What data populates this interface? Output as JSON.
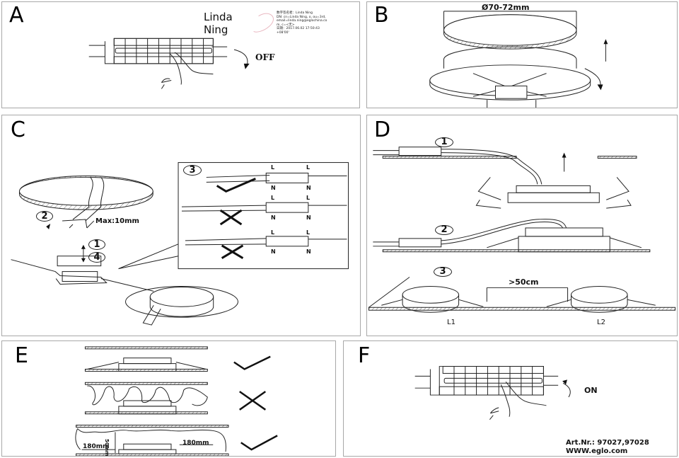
{
  "document": {
    "type": "installation-instructions",
    "panels": [
      {
        "id": "A",
        "letter": "A",
        "label": "OFF"
      },
      {
        "id": "B",
        "letter": "B",
        "dimension": "Ø70-72mm"
      },
      {
        "id": "C",
        "letter": "C",
        "strip_length": "Max:10mm",
        "steps": [
          "1",
          "2",
          "3",
          "4"
        ],
        "terminal_labels": {
          "live": "L",
          "neutral": "N"
        }
      },
      {
        "id": "D",
        "letter": "D",
        "steps": [
          "1",
          "2",
          "3"
        ],
        "spacing": ">50cm",
        "lamp_labels": [
          "L1",
          "L2"
        ]
      },
      {
        "id": "E",
        "letter": "E",
        "clearance_height": "50mm",
        "clearance_side_left": "180mm",
        "clearance_side_right": "180mm"
      },
      {
        "id": "F",
        "letter": "F",
        "label": "ON"
      }
    ]
  },
  "signature": {
    "name_line1": "Linda",
    "name_line2": "Ning",
    "meta": "数字签名者：Linda Ning\nDN: cn=Linda Ning, o, ou=3rd,\nemail=linda.ning@eglochina.co\nm, c=<无>\n日期：2017.06.02 17:50:43\n+08'00'"
  },
  "footer": {
    "art_nr": "Art.Nr.: 97027,97028",
    "website": "WWW.eglo.com"
  },
  "marks": {
    "check": "✓",
    "cross": "✗"
  }
}
